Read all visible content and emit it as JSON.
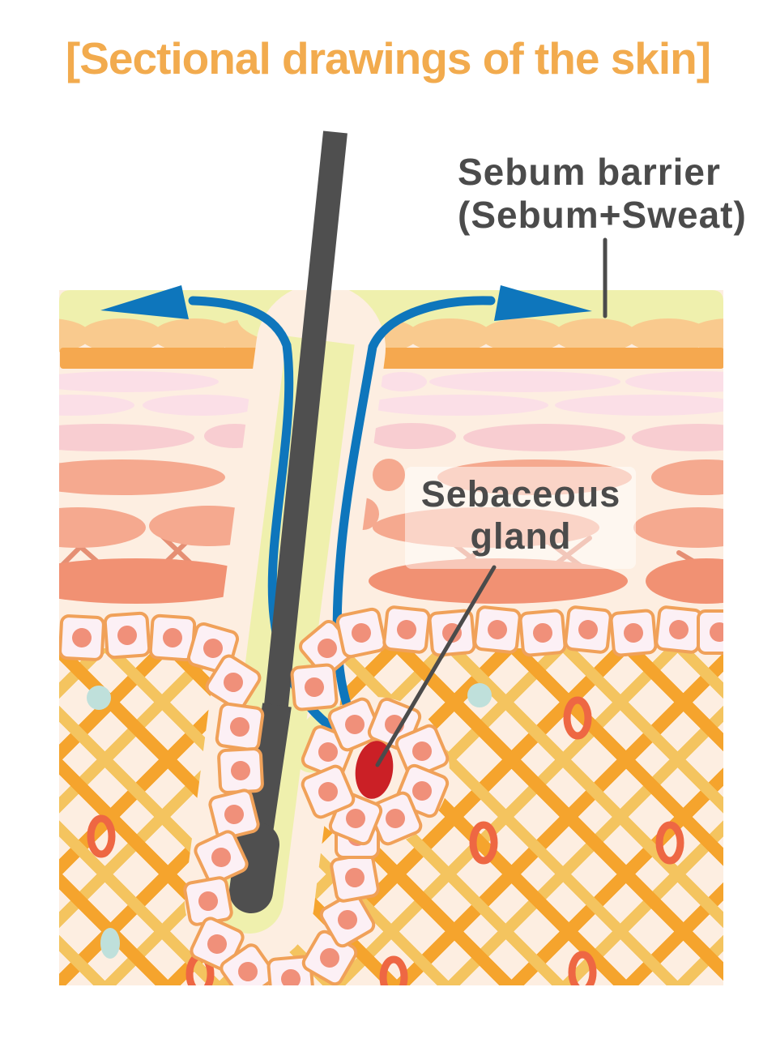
{
  "title": "[Sectional drawings of the skin]",
  "labels": {
    "sebum_barrier_line1": "Sebum barrier",
    "sebum_barrier_line2": "(Sebum+Sweat)",
    "sebaceous_gland_line1": "Sebaceous",
    "sebaceous_gland_line2": "gland"
  },
  "colors": {
    "title-orange": "#f2ab4e",
    "label-gray": "#4b4b4b",
    "sebum-yellow": "#eff0ad",
    "flow-blue": "#0e76bc",
    "hair-gray": "#4f4f4f",
    "skin-cream": "#fdeee1",
    "corneum-oval": "#f9ca8e",
    "corneum-bar": "#f5a84f",
    "cell-fill": "#fcf0f5",
    "cell-stroke": "#f0a159",
    "cell-nucleus": "#f0907a",
    "gland-red": "#cb2026",
    "hatch-dark": "#f5a42d",
    "hatch-light": "#f4c45f",
    "vessel-red": "#ee6743",
    "dot-teal": "#bfe0db",
    "row-pale": "#fbdfe7",
    "row-pink": "#f8cdd1",
    "row-salmon": "#f5a98f",
    "row-deep": "#f19173",
    "connector-salmon": "#e58f74"
  }
}
